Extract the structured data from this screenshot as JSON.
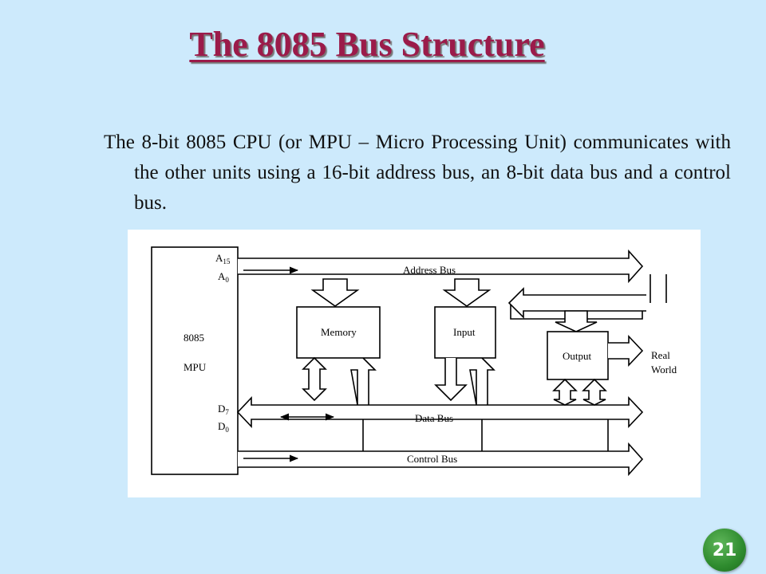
{
  "slide": {
    "title": "The 8085 Bus Structure",
    "body": "The 8-bit 8085 CPU (or MPU – Micro Processing Unit) communicates with the other units using a 16-bit address bus, an 8-bit data bus and a control bus.",
    "page_number": "21"
  },
  "diagram": {
    "cpu_name": "8085",
    "cpu_label": "MPU",
    "address_pins": {
      "high": "A",
      "high_sub": "15",
      "low": "A",
      "low_sub": "0"
    },
    "data_pins": {
      "high": "D",
      "high_sub": "7",
      "low": "D",
      "low_sub": "0"
    },
    "buses": {
      "address": "Address Bus",
      "data": "Data Bus",
      "control": "Control Bus"
    },
    "blocks": {
      "memory": "Memory",
      "input": "Input",
      "output": "Output"
    },
    "external": {
      "line1": "Real",
      "line2": "World"
    }
  },
  "colors": {
    "background": "#cdeafc",
    "title": "#9b1b4a",
    "badge": "#2e8b2e"
  }
}
